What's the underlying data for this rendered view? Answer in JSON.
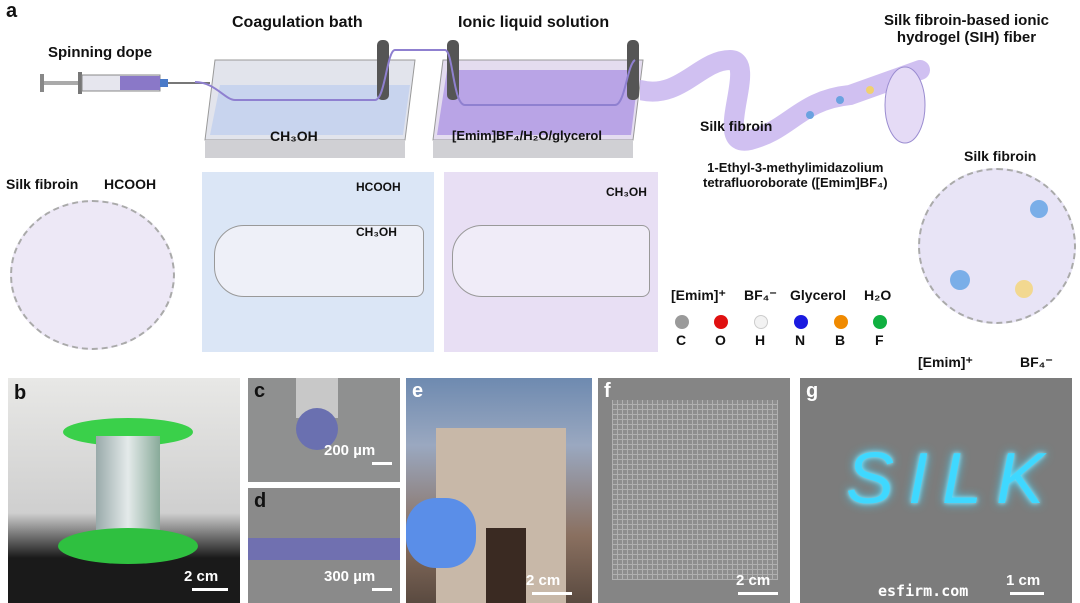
{
  "panel_a": {
    "label": "a",
    "spinning_dope": "Spinning dope",
    "coagulation_bath": "Coagulation bath",
    "ionic_liquid_solution": "Ionic liquid solution",
    "fiber_title_line1": "Silk fibroin-based ionic",
    "fiber_title_line2": "hydrogel (SIH) fiber",
    "bath1_solvent": "CH₃OH",
    "bath2_solvent": "[Emim]BF₄/H₂O/glycerol",
    "silk_fibroin_fiber": "Silk fibroin",
    "emim_line1": "1-Ethyl-3-methylimidazolium",
    "emim_line2": "tetrafluoroborate ([Emim]BF₄)",
    "dope_silk_fibroin": "Silk fibroin",
    "dope_hcooh": "HCOOH",
    "cyl1_hcooh": "HCOOH",
    "cyl1_ch3oh": "CH₃OH",
    "cyl2_ch3oh": "CH₃OH",
    "right_silk_fibroin": "Silk fibroin",
    "right_emim": "[Emim]⁺",
    "right_bf4": "BF₄⁻",
    "molecules": [
      "[Emim]⁺",
      "BF₄⁻",
      "Glycerol",
      "H₂O"
    ],
    "atoms": [
      {
        "symbol": "C",
        "color": "#9a9a9a"
      },
      {
        "symbol": "O",
        "color": "#e01010"
      },
      {
        "symbol": "H",
        "color": "#f2f2f2"
      },
      {
        "symbol": "N",
        "color": "#1a1ae0"
      },
      {
        "symbol": "B",
        "color": "#f08a00"
      },
      {
        "symbol": "F",
        "color": "#10b040"
      }
    ]
  },
  "panel_b": {
    "label": "b",
    "scale": "2 cm"
  },
  "panel_c": {
    "label": "c",
    "scale": "200 µm"
  },
  "panel_d": {
    "label": "d",
    "scale": "300 µm"
  },
  "panel_e": {
    "label": "e",
    "scale": "2 cm"
  },
  "panel_f": {
    "label": "f",
    "scale": "2 cm"
  },
  "panel_g": {
    "label": "g",
    "scale": "1 cm",
    "glow_text": "SILK",
    "glow_color": "#3fd8ff"
  },
  "watermark": "esfirm.com"
}
